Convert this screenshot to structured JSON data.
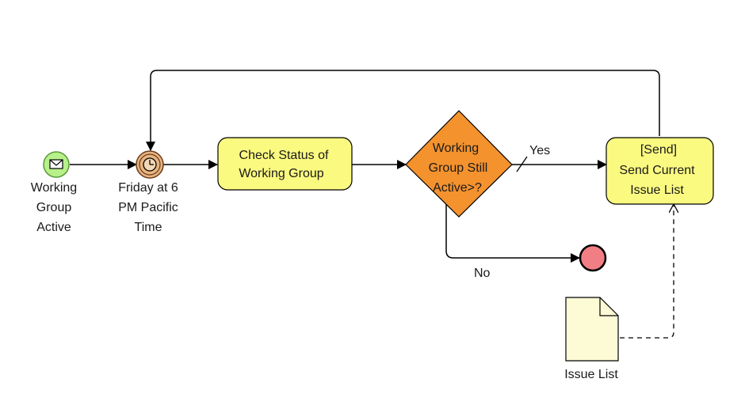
{
  "nodes": {
    "start_event": {
      "lines": [
        "Working",
        "Group",
        "Active"
      ],
      "icon": "envelope-icon",
      "fill": "#b8f08a"
    },
    "timer_event": {
      "lines": [
        "Friday at 6",
        "PM Pacific",
        "Time"
      ],
      "icon": "clock-icon",
      "fill": "#e7b580"
    },
    "task_check": {
      "lines": [
        "Check Status of",
        "Working Group"
      ],
      "fill": "#fbfa80"
    },
    "gateway": {
      "lines": [
        "Working",
        "Group Still",
        "Active>?"
      ],
      "fill": "#f4922e"
    },
    "task_send": {
      "lines": [
        "[Send]",
        "Send Current",
        "Issue List"
      ],
      "fill": "#fbfa80"
    },
    "end_event": {
      "fill": "#f27e85"
    },
    "data_object": {
      "label": "Issue List",
      "fill": "#fdfbd6"
    }
  },
  "flows": {
    "yes_label": "Yes",
    "no_label": "No"
  }
}
